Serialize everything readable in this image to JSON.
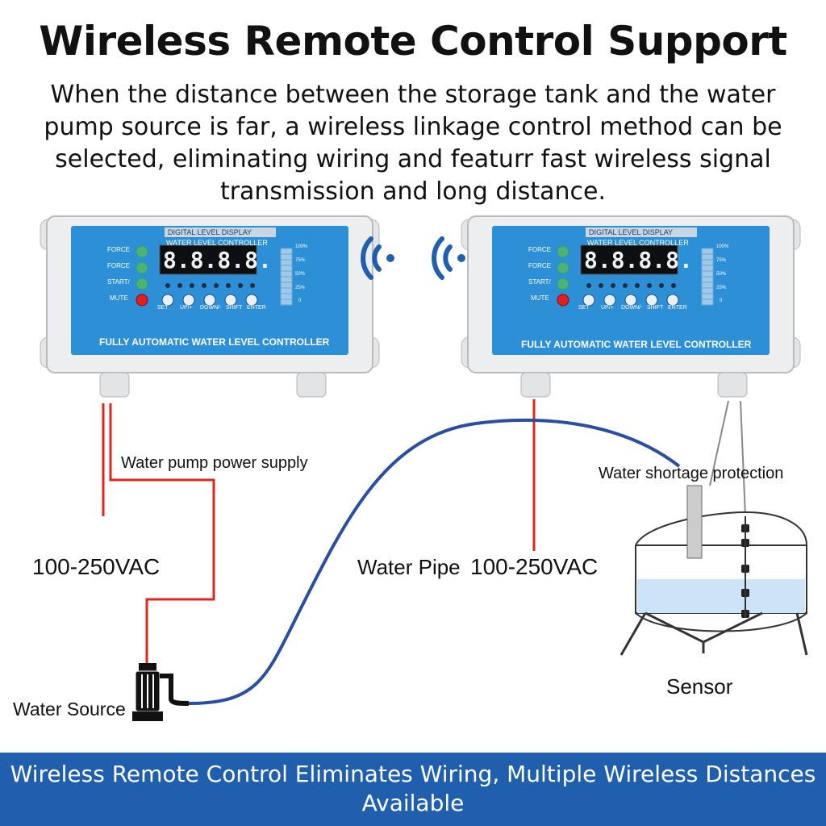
{
  "title": "Wireless Remote Control Support",
  "description": "When the distance between the storage tank and the water pump source is far, a wireless linkage control method can be selected, eliminating wiring and featurr fast wireless signal transmission and long distance.",
  "controller": {
    "display_header": "DIGITAL LEVEL DISPLAY",
    "display_subheader": "WATER LEVEL CONTROLLER",
    "digits": "8.8.8.8.",
    "indicators": [
      "FORCE",
      "FORCE",
      "START/",
      "MUTE"
    ],
    "buttons": [
      "SET",
      "UP/+",
      "DOWN/-",
      "SHIFT",
      "ENTER"
    ],
    "scale": [
      "100%",
      "75%",
      "50%",
      "25%",
      "0"
    ],
    "name": "FULLY AUTOMATIC WATER LEVEL CONTROLLER"
  },
  "labels": {
    "pump_power": "Water pump power supply",
    "voltage_left": "100-250VAC",
    "water_pipe": "Water Pipe",
    "voltage_right": "100-250VAC",
    "shortage": "Water shortage protection",
    "source": "Water Source",
    "sensor": "Sensor"
  },
  "footer": "Wireless Remote Control Eliminates Wiring, Multiple Wireless Distances Available",
  "colors": {
    "panel": "#2d8fd6",
    "case": "#e8eaec",
    "wire_red": "#e0251b",
    "pipe_blue": "#2a4fa0",
    "wifi": "#1f5fae",
    "footer_bg": "#1f5fae"
  }
}
